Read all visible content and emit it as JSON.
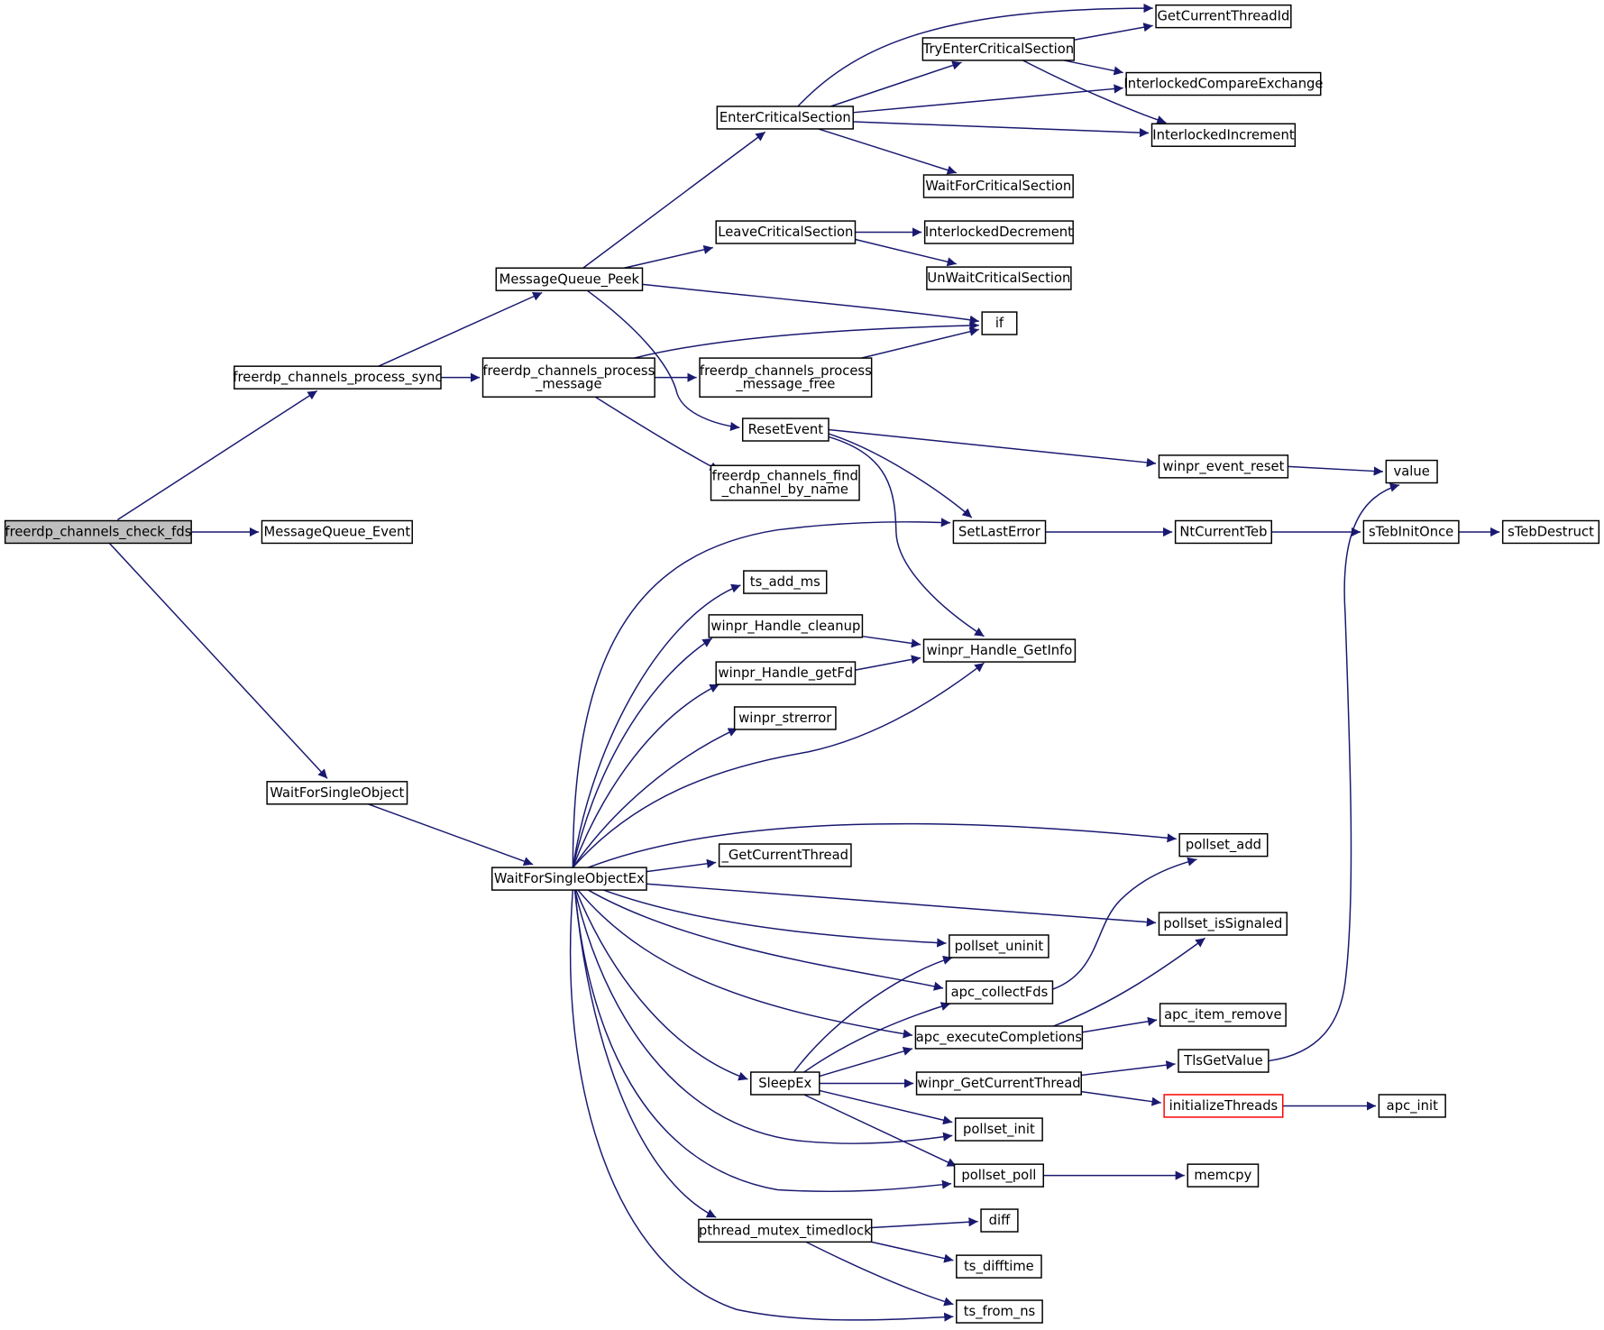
{
  "graph": {
    "edge_color": "#191970",
    "root_fill": "#bfbfbf",
    "truncated_stroke": "#ff0000",
    "nodes": [
      {
        "id": "check_fds",
        "lines": [
          "freerdp_channels_check_fds"
        ],
        "root": true
      },
      {
        "id": "process_sync",
        "lines": [
          "freerdp_channels_process_sync"
        ]
      },
      {
        "id": "mq_event",
        "lines": [
          "MessageQueue_Event"
        ]
      },
      {
        "id": "wait_single",
        "lines": [
          "WaitForSingleObject"
        ]
      },
      {
        "id": "mq_peek",
        "lines": [
          "MessageQueue_Peek"
        ]
      },
      {
        "id": "process_message",
        "lines": [
          "freerdp_channels_process",
          "_message"
        ]
      },
      {
        "id": "wait_single_ex",
        "lines": [
          "WaitForSingleObjectEx"
        ]
      },
      {
        "id": "enter_cs",
        "lines": [
          "EnterCriticalSection"
        ]
      },
      {
        "id": "leave_cs",
        "lines": [
          "LeaveCriticalSection"
        ]
      },
      {
        "id": "process_message_free",
        "lines": [
          "freerdp_channels_process",
          "_message_free"
        ]
      },
      {
        "id": "reset_event",
        "lines": [
          "ResetEvent"
        ]
      },
      {
        "id": "find_channel",
        "lines": [
          "freerdp_channels_find",
          "_channel_by_name"
        ]
      },
      {
        "id": "ts_add_ms",
        "lines": [
          "ts_add_ms"
        ]
      },
      {
        "id": "handle_cleanup",
        "lines": [
          "winpr_Handle_cleanup"
        ]
      },
      {
        "id": "handle_getfd",
        "lines": [
          "winpr_Handle_getFd"
        ]
      },
      {
        "id": "strerror",
        "lines": [
          "winpr_strerror"
        ]
      },
      {
        "id": "get_current_thread_",
        "lines": [
          "_GetCurrentThread"
        ]
      },
      {
        "id": "sleepex",
        "lines": [
          "SleepEx"
        ]
      },
      {
        "id": "timedlock",
        "lines": [
          "pthread_mutex_timedlock"
        ]
      },
      {
        "id": "try_enter_cs",
        "lines": [
          "TryEnterCriticalSection"
        ]
      },
      {
        "id": "wait_for_cs",
        "lines": [
          "WaitForCriticalSection"
        ]
      },
      {
        "id": "interlocked_dec",
        "lines": [
          "InterlockedDecrement"
        ]
      },
      {
        "id": "unwait_cs",
        "lines": [
          "UnWaitCriticalSection"
        ]
      },
      {
        "id": "if",
        "lines": [
          "if"
        ]
      },
      {
        "id": "set_last_error",
        "lines": [
          "SetLastError"
        ]
      },
      {
        "id": "handle_getinfo",
        "lines": [
          "winpr_Handle_GetInfo"
        ]
      },
      {
        "id": "pollset_uninit",
        "lines": [
          "pollset_uninit"
        ]
      },
      {
        "id": "apc_collect",
        "lines": [
          "apc_collectFds"
        ]
      },
      {
        "id": "apc_execute",
        "lines": [
          "apc_executeCompletions"
        ]
      },
      {
        "id": "winpr_get_current_thread",
        "lines": [
          "winpr_GetCurrentThread"
        ]
      },
      {
        "id": "pollset_init",
        "lines": [
          "pollset_init"
        ]
      },
      {
        "id": "pollset_poll",
        "lines": [
          "pollset_poll"
        ]
      },
      {
        "id": "diff",
        "lines": [
          "diff"
        ]
      },
      {
        "id": "ts_difftime",
        "lines": [
          "ts_difftime"
        ]
      },
      {
        "id": "ts_from_ns",
        "lines": [
          "ts_from_ns"
        ]
      },
      {
        "id": "get_current_thread_id",
        "lines": [
          "GetCurrentThreadId"
        ]
      },
      {
        "id": "interlocked_cmpxchg",
        "lines": [
          "InterlockedCompareExchange"
        ]
      },
      {
        "id": "interlocked_inc",
        "lines": [
          "InterlockedIncrement"
        ]
      },
      {
        "id": "event_reset",
        "lines": [
          "winpr_event_reset"
        ]
      },
      {
        "id": "nt_current_teb",
        "lines": [
          "NtCurrentTeb"
        ]
      },
      {
        "id": "pollset_add",
        "lines": [
          "pollset_add"
        ]
      },
      {
        "id": "pollset_issignaled",
        "lines": [
          "pollset_isSignaled"
        ]
      },
      {
        "id": "apc_item_remove",
        "lines": [
          "apc_item_remove"
        ]
      },
      {
        "id": "tls_get_value",
        "lines": [
          "TlsGetValue"
        ]
      },
      {
        "id": "initialize_threads",
        "lines": [
          "initializeThreads"
        ],
        "truncated": true
      },
      {
        "id": "memcpy",
        "lines": [
          "memcpy"
        ]
      },
      {
        "id": "value",
        "lines": [
          "value"
        ]
      },
      {
        "id": "steb_init_once",
        "lines": [
          "sTebInitOnce"
        ]
      },
      {
        "id": "apc_init",
        "lines": [
          "apc_init"
        ]
      },
      {
        "id": "steb_destruct",
        "lines": [
          "sTebDestruct"
        ]
      }
    ],
    "edges": [
      [
        "check_fds",
        "process_sync"
      ],
      [
        "check_fds",
        "mq_event"
      ],
      [
        "check_fds",
        "wait_single"
      ],
      [
        "process_sync",
        "mq_peek"
      ],
      [
        "process_sync",
        "process_message"
      ],
      [
        "wait_single",
        "wait_single_ex"
      ],
      [
        "mq_peek",
        "enter_cs"
      ],
      [
        "mq_peek",
        "leave_cs"
      ],
      [
        "mq_peek",
        "if"
      ],
      [
        "mq_peek",
        "reset_event"
      ],
      [
        "process_message",
        "if"
      ],
      [
        "process_message",
        "process_message_free"
      ],
      [
        "process_message",
        "find_channel"
      ],
      [
        "process_message_free",
        "if"
      ],
      [
        "enter_cs",
        "get_current_thread_id"
      ],
      [
        "enter_cs",
        "try_enter_cs"
      ],
      [
        "enter_cs",
        "interlocked_cmpxchg"
      ],
      [
        "enter_cs",
        "interlocked_inc"
      ],
      [
        "enter_cs",
        "wait_for_cs"
      ],
      [
        "try_enter_cs",
        "get_current_thread_id"
      ],
      [
        "try_enter_cs",
        "interlocked_cmpxchg"
      ],
      [
        "try_enter_cs",
        "interlocked_inc"
      ],
      [
        "leave_cs",
        "interlocked_dec"
      ],
      [
        "leave_cs",
        "unwait_cs"
      ],
      [
        "reset_event",
        "event_reset"
      ],
      [
        "reset_event",
        "set_last_error"
      ],
      [
        "reset_event",
        "handle_getinfo"
      ],
      [
        "event_reset",
        "value"
      ],
      [
        "set_last_error",
        "nt_current_teb"
      ],
      [
        "nt_current_teb",
        "steb_init_once"
      ],
      [
        "steb_init_once",
        "steb_destruct"
      ],
      [
        "wait_single_ex",
        "set_last_error"
      ],
      [
        "wait_single_ex",
        "ts_add_ms"
      ],
      [
        "wait_single_ex",
        "handle_cleanup"
      ],
      [
        "wait_single_ex",
        "handle_getfd"
      ],
      [
        "wait_single_ex",
        "strerror"
      ],
      [
        "wait_single_ex",
        "handle_getinfo"
      ],
      [
        "wait_single_ex",
        "pollset_add"
      ],
      [
        "wait_single_ex",
        "get_current_thread_"
      ],
      [
        "wait_single_ex",
        "pollset_issignaled"
      ],
      [
        "wait_single_ex",
        "pollset_uninit"
      ],
      [
        "wait_single_ex",
        "apc_collect"
      ],
      [
        "wait_single_ex",
        "apc_execute"
      ],
      [
        "wait_single_ex",
        "sleepex"
      ],
      [
        "wait_single_ex",
        "pollset_init"
      ],
      [
        "wait_single_ex",
        "pollset_poll"
      ],
      [
        "wait_single_ex",
        "timedlock"
      ],
      [
        "wait_single_ex",
        "ts_from_ns"
      ],
      [
        "handle_cleanup",
        "handle_getinfo"
      ],
      [
        "handle_getfd",
        "handle_getinfo"
      ],
      [
        "apc_collect",
        "pollset_add"
      ],
      [
        "apc_execute",
        "pollset_issignaled"
      ],
      [
        "apc_execute",
        "apc_item_remove"
      ],
      [
        "sleepex",
        "pollset_uninit"
      ],
      [
        "sleepex",
        "apc_collect"
      ],
      [
        "sleepex",
        "apc_execute"
      ],
      [
        "sleepex",
        "winpr_get_current_thread"
      ],
      [
        "sleepex",
        "pollset_init"
      ],
      [
        "sleepex",
        "pollset_poll"
      ],
      [
        "winpr_get_current_thread",
        "tls_get_value"
      ],
      [
        "winpr_get_current_thread",
        "initialize_threads"
      ],
      [
        "tls_get_value",
        "value"
      ],
      [
        "initialize_threads",
        "apc_init"
      ],
      [
        "pollset_poll",
        "memcpy"
      ],
      [
        "timedlock",
        "diff"
      ],
      [
        "timedlock",
        "ts_difftime"
      ],
      [
        "timedlock",
        "ts_from_ns"
      ]
    ]
  }
}
